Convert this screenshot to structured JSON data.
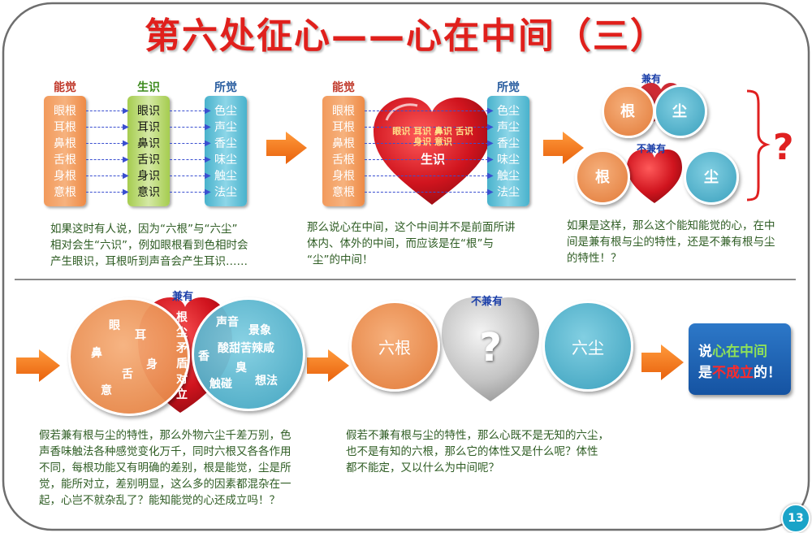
{
  "title": "第六处征心——心在中间（三）",
  "panel1": {
    "headers": {
      "faculty": "能觉",
      "consciousness": "生识",
      "object": "所觉"
    },
    "faculties": [
      "眼根",
      "耳根",
      "鼻根",
      "舌根",
      "身根",
      "意根"
    ],
    "consciousnesses": [
      "眼识",
      "耳识",
      "鼻识",
      "舌识",
      "身识",
      "意识"
    ],
    "objects": [
      "色尘",
      "声尘",
      "香尘",
      "味尘",
      "触尘",
      "法尘"
    ],
    "caption": [
      "如果这时有人说，因为“六根”与“六尘”",
      "相对会生“六识”，例如眼根看到色相时会",
      "产生眼识，耳根听到声音会产生耳识……"
    ]
  },
  "panel2": {
    "headers": {
      "faculty": "能觉",
      "object": "所觉"
    },
    "faculties": [
      "眼根",
      "耳根",
      "鼻根",
      "舌根",
      "身根",
      "意根"
    ],
    "objects": [
      "色尘",
      "声尘",
      "香尘",
      "味尘",
      "触尘",
      "法尘"
    ],
    "heart_center": "生识",
    "heart_ring": "眼识 耳识 鼻识 舌识 身识 意识",
    "caption": [
      "那么说心在中间，这个中间并不是前面所讲",
      "体内、体外的中间，而应该是在“根”与",
      "“尘”的中间！"
    ]
  },
  "panel3": {
    "both_label": "兼有",
    "neither_label": "不兼有",
    "root": "根",
    "dust": "尘",
    "question": "?",
    "caption": [
      "如果是这样，那么这个能知能觉的心，在中",
      "间是兼有根与尘的特性，还是不兼有根与尘",
      "的特性！？"
    ]
  },
  "panel4": {
    "both_label": "兼有",
    "roots": [
      "眼",
      "耳",
      "鼻",
      "舌",
      "身",
      "意"
    ],
    "vertical": [
      "根",
      "尘",
      "矛",
      "盾",
      "对",
      "立"
    ],
    "dust_items": [
      "声音",
      "景象",
      "香",
      "酸甜苦辣咸",
      "臭",
      "触碰",
      "想法"
    ],
    "caption": [
      "假若兼有根与尘的特性，那么外物六尘千差万别，色",
      "声香味触法各种感觉变化万千，同时六根又各各作用",
      "不同，每根功能又有明确的差别，根是能觉，尘是所",
      "觉，能所对立，差别明显，这么多的因素都混杂在一",
      "起，心岂不就杂乱了？能知能觉的心还成立吗！？"
    ]
  },
  "panel5": {
    "neither_label": "不兼有",
    "six_roots": "六根",
    "six_dusts": "六尘",
    "question": "?",
    "caption": [
      "假若不兼有根与尘的特性，那么心既不是无知的六尘，",
      "也不是有知的六根，那么它的体性又是什么呢？体性",
      "都不能定，又以什么为中间呢？"
    ]
  },
  "conclusion": {
    "line1_a": "说",
    "line1_b": "心在中间",
    "line2_a": "是",
    "line2_b": "不成立",
    "line2_c": "的！"
  },
  "page_number": "13",
  "colors": {
    "title": "#e0201c",
    "orange": "#f0894a",
    "green": "#9cc83f",
    "blue": "#4aafc9",
    "red_heart": "#c8141e",
    "arrow": "#f07a1a",
    "caption_green": "#2b6e1a",
    "conclusion_bg": "#1f63b4",
    "highlight_green": "#8ee05a",
    "highlight_red": "#ff2a2a"
  }
}
